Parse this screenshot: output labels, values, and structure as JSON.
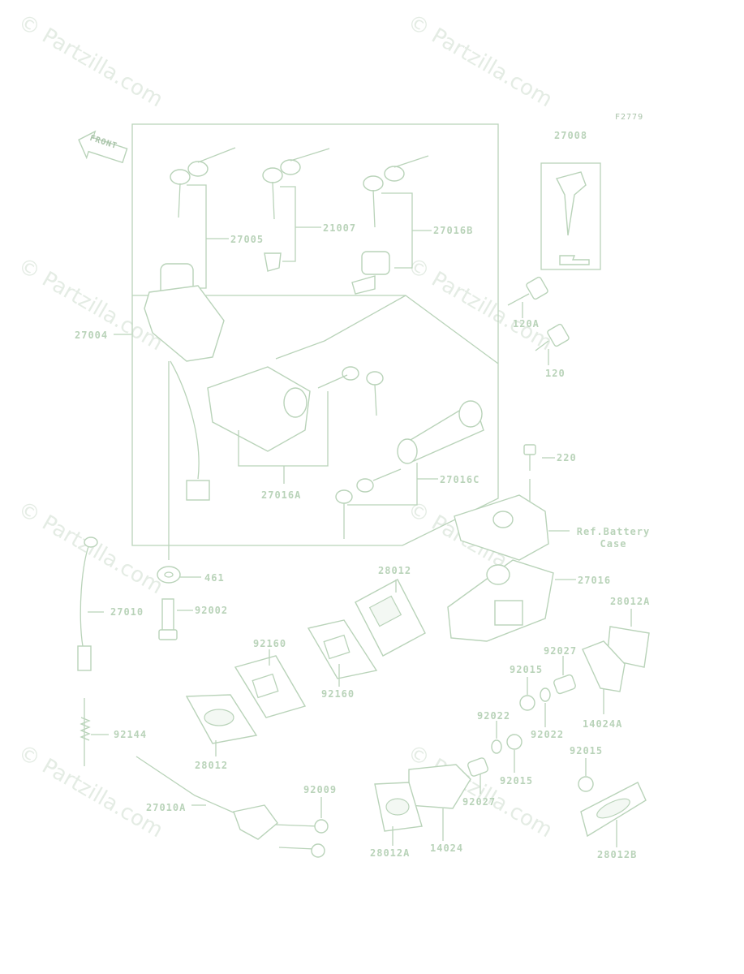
{
  "watermark": "© Partzilla.com",
  "figure_code": "F2779",
  "front_label": "FRONT",
  "callouts": {
    "p27008": "27008",
    "p27005": "27005",
    "p21007": "21007",
    "p27016b": "27016B",
    "p27004": "27004",
    "p120a": "120A",
    "p120": "120",
    "p27016a": "27016A",
    "p27016c": "27016C",
    "p220": "220",
    "p27010": "27010",
    "p461": "461",
    "p92002": "92002",
    "p28012_top": "28012",
    "p27016": "27016",
    "p28012a_right": "28012A",
    "p92160_left": "92160",
    "p92160_right": "92160",
    "p92027_top": "92027",
    "p92015_top": "92015",
    "p14024a": "14024A",
    "p92022_left": "92022",
    "p92022_right": "92022",
    "p92144": "92144",
    "p28012_bottom": "28012",
    "p92015_mid": "92015",
    "p92015_right": "92015",
    "p92009": "92009",
    "p27010a": "27010A",
    "p92027_bottom": "92027",
    "p28012a_bottom": "28012A",
    "p14024": "14024",
    "p28012b": "28012B"
  },
  "ref_note": {
    "line1": "Ref.Battery",
    "line2": "Case"
  },
  "colors": {
    "line": "#b9d3b9",
    "watermark": "#e4ece4"
  }
}
